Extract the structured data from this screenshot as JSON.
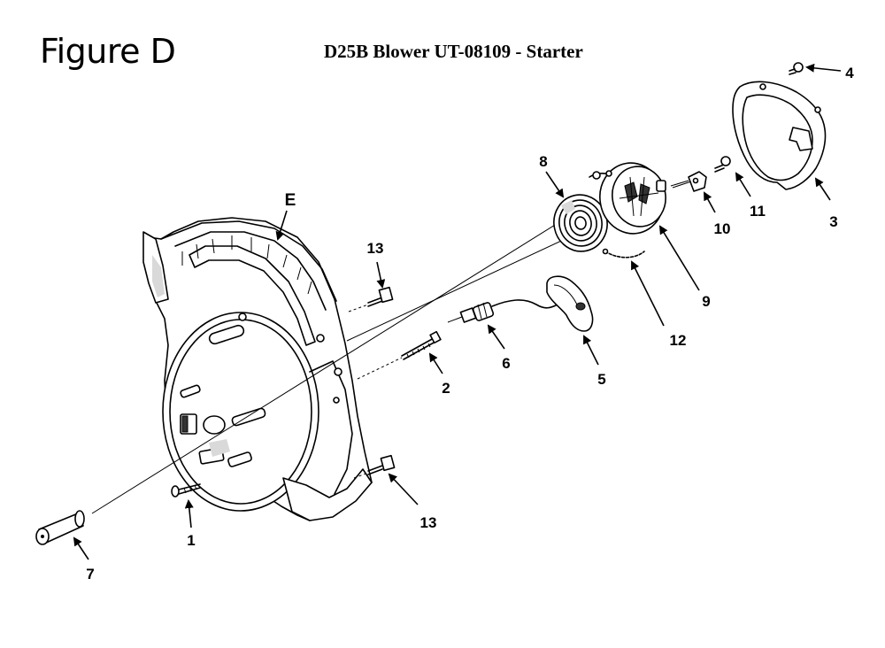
{
  "header": {
    "figure_label": "Figure D",
    "title": "D25B Blower UT-08109 - Starter"
  },
  "callouts": {
    "c1": "1",
    "c2": "2",
    "c3": "3",
    "c4": "4",
    "c5": "5",
    "c6": "6",
    "c7": "7",
    "c8": "8",
    "c9": "9",
    "c10": "10",
    "c11": "11",
    "c12": "12",
    "c13_top": "13",
    "c13_bottom": "13",
    "cE": "E"
  }
}
